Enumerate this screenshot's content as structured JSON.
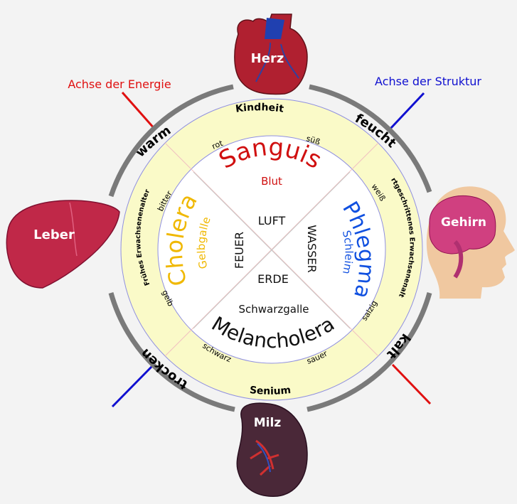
{
  "axes": {
    "energy_label": "Achse der Energie",
    "structure_label": "Achse der Struktur",
    "energy_color": "#e01010",
    "structure_color": "#1010d0"
  },
  "qualities": {
    "warm": "warm",
    "feucht": "feucht",
    "kalt": "kalt",
    "trocken": "trocken"
  },
  "ages": {
    "top": "Kindheit",
    "bottom": "Senium",
    "left": "Frühes Erwachsenenalter",
    "right": "Fortgeschrittenes Erwachsenenalter"
  },
  "ring": {
    "rot": "rot",
    "suess": "süß",
    "bitter": "bitter",
    "weiss": "weiß",
    "gelb": "gelb",
    "salzig": "salzig",
    "schwarz": "schwarz",
    "sauer": "sauer"
  },
  "humors": {
    "sanguis": "Sanguis",
    "blut": "Blut",
    "phlegma": "Phlegma",
    "schleim": "Schleim",
    "cholera": "Cholera",
    "gelbgalle": "Gelbgalle",
    "melancholera": "Melancholera",
    "schwarzgalle": "Schwarzgalle",
    "sanguis_color": "#d01010",
    "phlegma_color": "#1050e0",
    "cholera_color": "#f0b800",
    "melancholera_color": "#111111"
  },
  "elements": {
    "luft": "LUFT",
    "wasser": "WASSER",
    "erde": "ERDE",
    "feuer": "FEUER"
  },
  "organs": {
    "herz": "Herz",
    "gehirn": "Gehirn",
    "leber": "Leber",
    "milz": "Milz"
  },
  "colors": {
    "ring_fill": "#fafac8",
    "outer_arc": "#7a7a7a"
  }
}
